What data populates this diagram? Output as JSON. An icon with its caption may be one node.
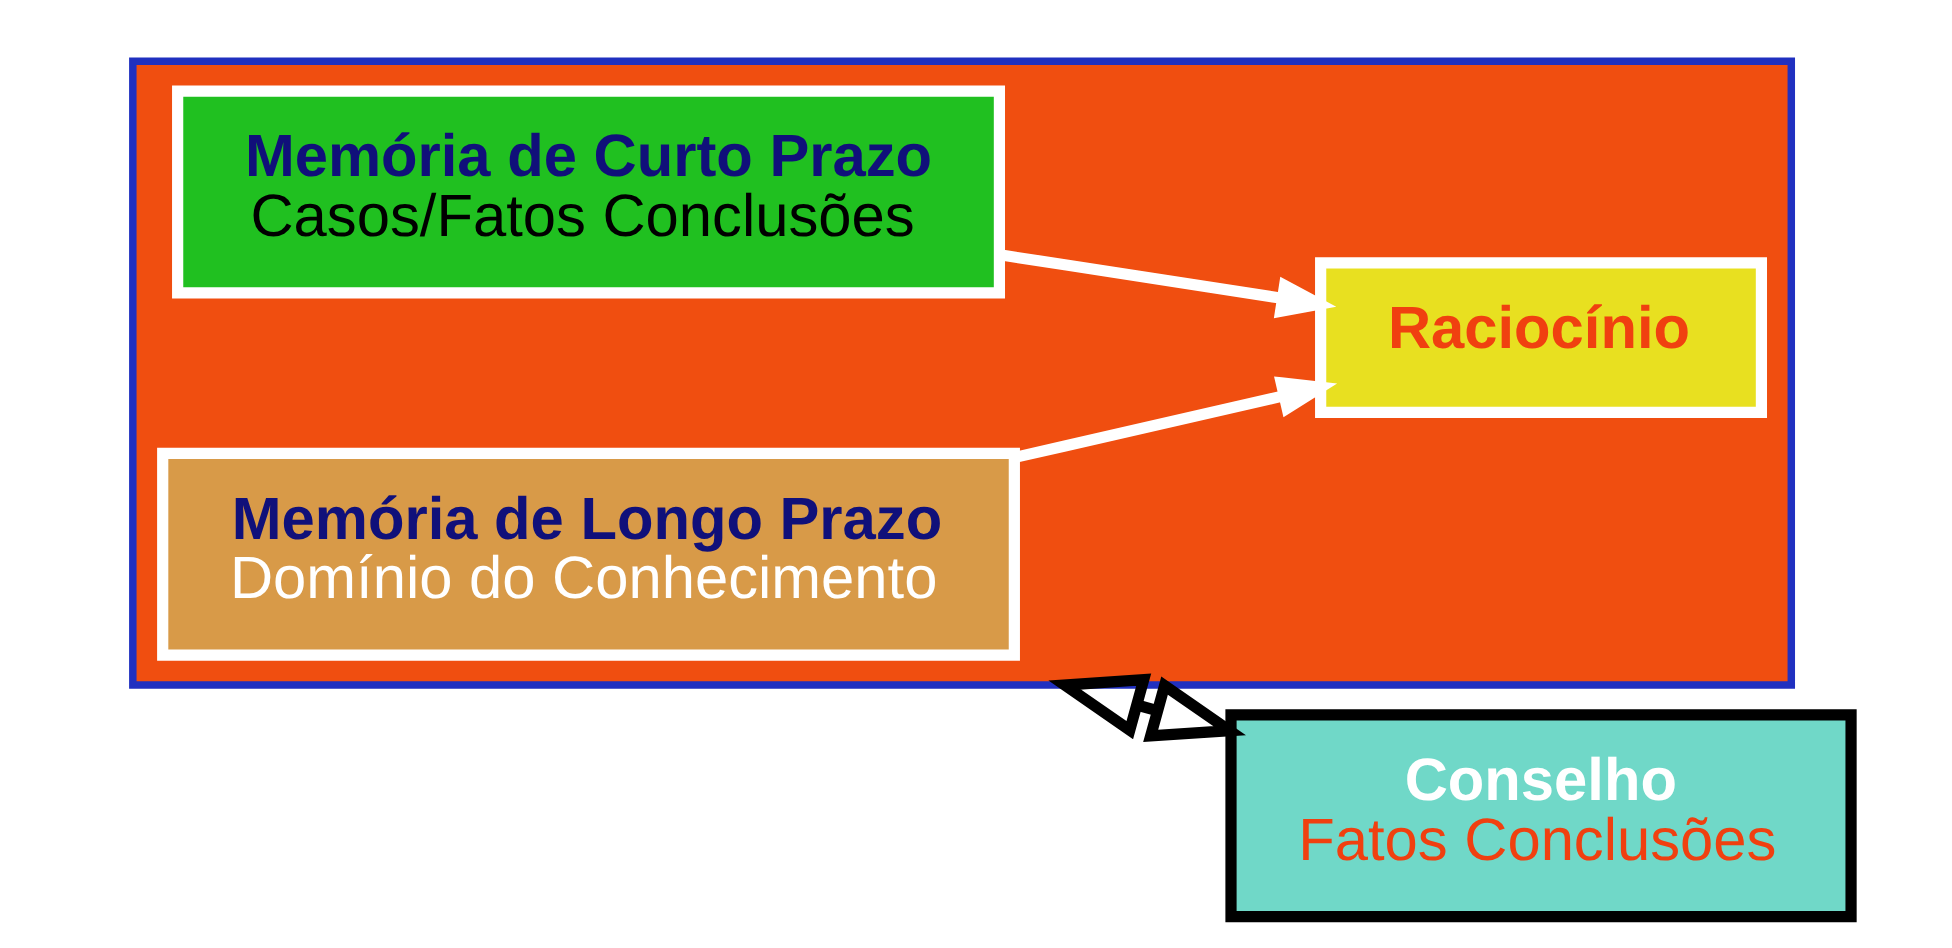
{
  "diagram": {
    "nodes": [
      {
        "text": [],
        "shape": "box"
      },
      {
        "text": [
          "Memória de Longo Prazo",
          "Domínio do Conhecimento"
        ],
        "in": 0
      },
      {
        "text": [
          "Raciocínio"
        ],
        "in": 0
      },
      {
        "text": [
          "Memória de Curto Prazo",
          "Casos/Fatos Conclusões"
        ],
        "in": 0
      },
      {
        "text": [
          "Conselho",
          "Fatos Conclusões"
        ]
      }
    ],
    "edges": [
      {
        "from": 1,
        "to": 2,
        "arrow": "to",
        "color": "#ffffff"
      },
      {
        "from": 3,
        "to": 2,
        "arrow": "to",
        "color": "#ffffff"
      },
      {
        "from": 0,
        "to": 4,
        "arrow": "both",
        "color": "#000000"
      }
    ]
  }
}
